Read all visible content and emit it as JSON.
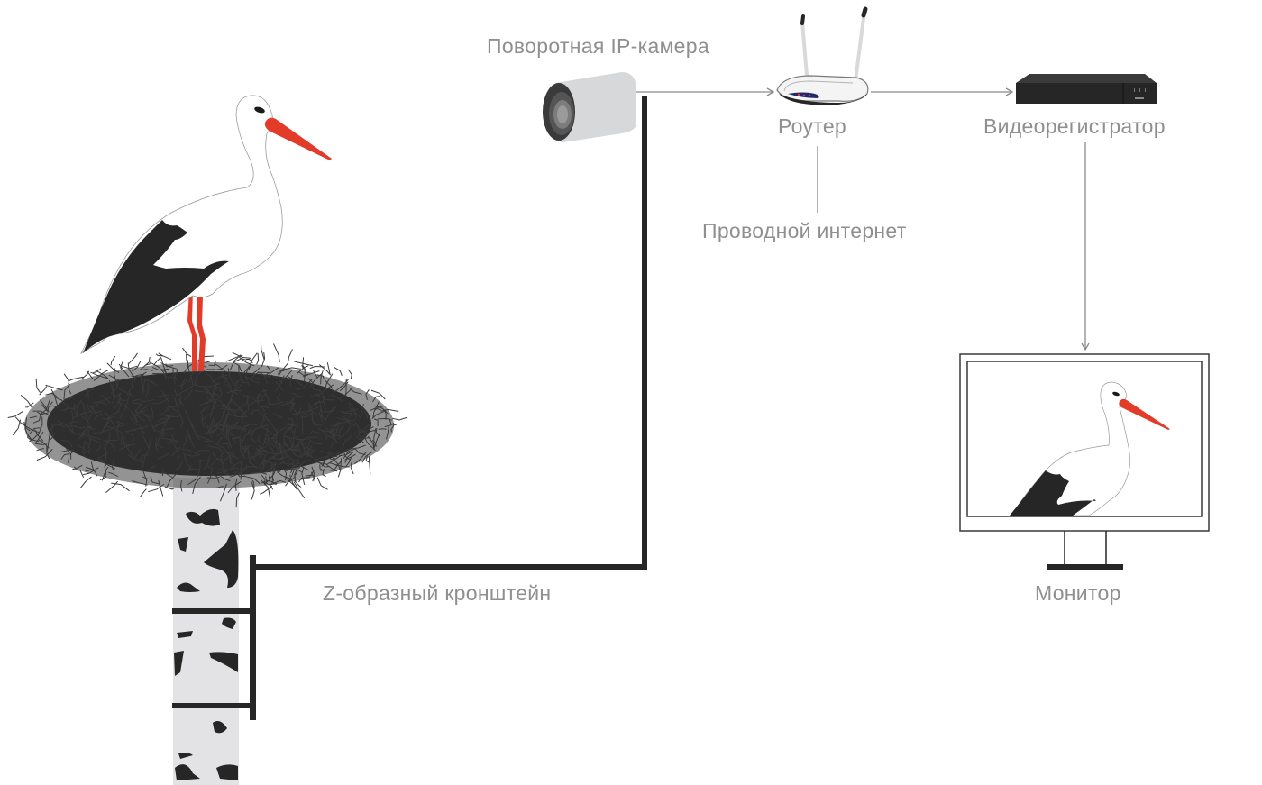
{
  "diagram": {
    "title": "IP camera surveillance of a stork nest",
    "labels": {
      "camera": "Поворотная IP-камера",
      "router": "Роутер",
      "internet": "Проводной интернет",
      "recorder": "Видеорегистратор",
      "monitor": "Монитор",
      "bracket": "Z-образный кронштейн"
    },
    "nodes": [
      {
        "id": "camera",
        "icon": "ip-camera-icon"
      },
      {
        "id": "router",
        "icon": "router-icon"
      },
      {
        "id": "recorder",
        "icon": "video-recorder-icon"
      },
      {
        "id": "monitor",
        "icon": "monitor-icon"
      },
      {
        "id": "bracket",
        "icon": "z-bracket-icon"
      },
      {
        "id": "stork",
        "icon": "stork-icon"
      },
      {
        "id": "nest",
        "icon": "nest-icon"
      },
      {
        "id": "pole",
        "icon": "birch-pole-icon"
      }
    ],
    "edges": [
      {
        "from": "camera",
        "to": "router",
        "arrow": true
      },
      {
        "from": "router",
        "to": "recorder",
        "arrow": true
      },
      {
        "from": "router",
        "to": "internet",
        "arrow": false
      },
      {
        "from": "recorder",
        "to": "monitor",
        "arrow": true
      },
      {
        "from": "bracket",
        "to": "camera",
        "arrow": false
      }
    ],
    "colors": {
      "label": "#8f8f8f",
      "line": "#8a8a8a",
      "dark": "#262626",
      "beak": "#e23b2a",
      "birch": "#e3e3e5",
      "camera_body": "#d6d8da"
    }
  }
}
